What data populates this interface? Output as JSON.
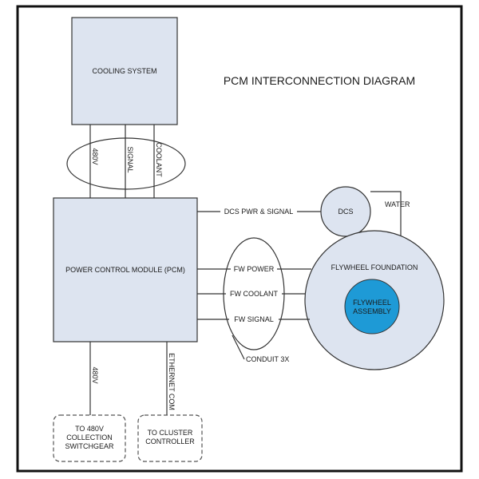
{
  "title": "PCM INTERCONNECTION DIAGRAM",
  "colors": {
    "box_fill": "#dde4f0",
    "flywheel_assembly_fill": "#1e9ad6",
    "frame": "#111111",
    "line": "#333333"
  },
  "nodes": {
    "cooling_system": "COOLING SYSTEM",
    "pcm": "POWER CONTROL MODULE (PCM)",
    "dcs": "DCS",
    "flywheel_foundation": "FLYWHEEL FOUNDATION",
    "flywheel_assembly": [
      "FLYWHEEL",
      "ASSEMBLY"
    ],
    "to_480v_collection": [
      "TO 480V",
      "COLLECTION",
      "SWITCHGEAR"
    ],
    "to_cluster_controller": [
      "TO CLUSTER",
      "CONTROLLER"
    ]
  },
  "connections": {
    "cooling_480v": "480V",
    "cooling_signal": "SIGNAL",
    "cooling_coolant": "COOLANT",
    "dcs_pwr_signal": "DCS PWR & SIGNAL",
    "water": "WATER",
    "fw_power": "FW POWER",
    "fw_coolant": "FW COOLANT",
    "fw_signal": "FW SIGNAL",
    "conduit": "CONDUIT 3X",
    "pcm_480v": "480V",
    "ethernet_com": "ETHERNET COM"
  }
}
